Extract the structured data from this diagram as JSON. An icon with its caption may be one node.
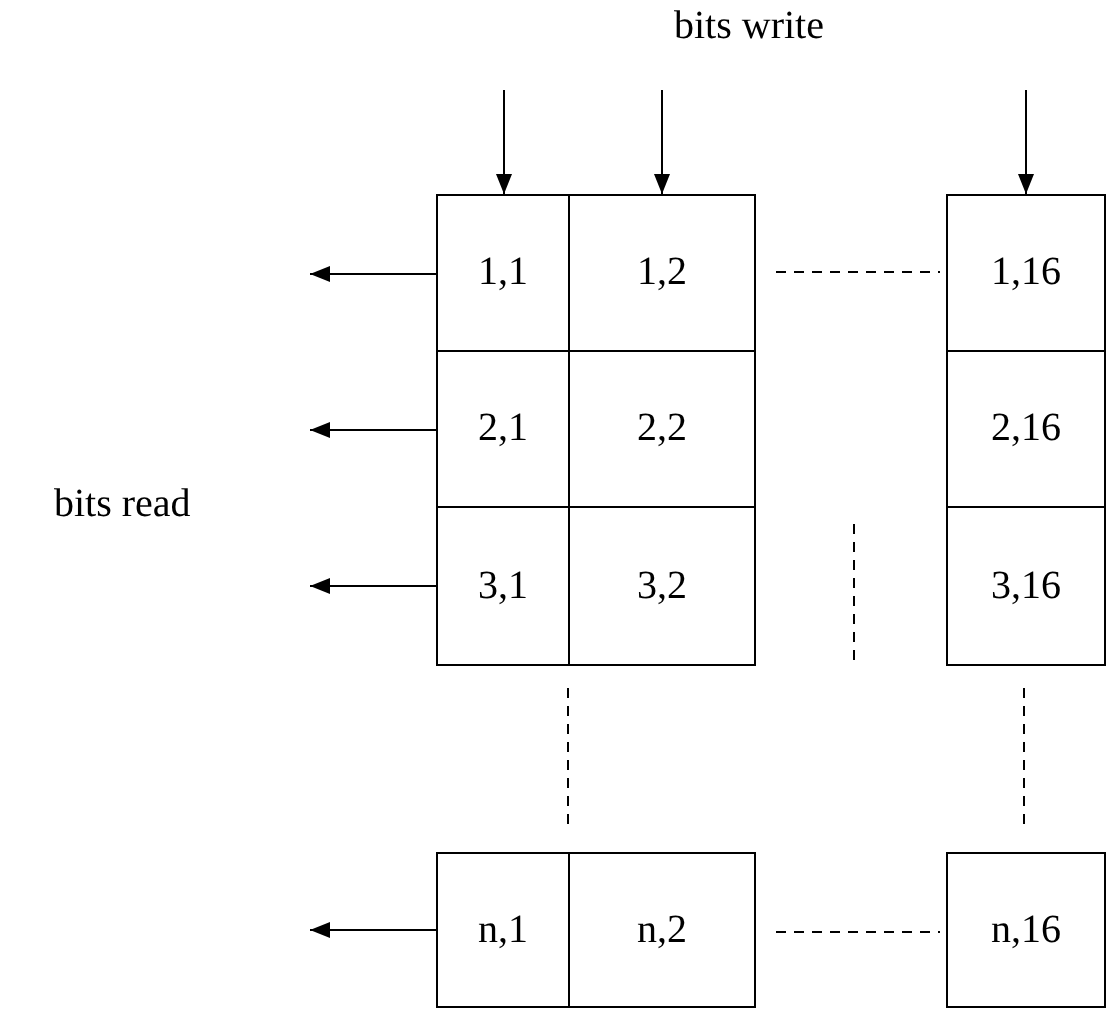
{
  "diagram": {
    "nodes": [
      {
        "text": [
          "1,1"
        ]
      },
      {
        "text": [
          "1,2"
        ]
      },
      {
        "text": [
          "1,16"
        ]
      },
      {
        "text": [
          "2,1"
        ]
      },
      {
        "text": [
          "2,2"
        ]
      },
      {
        "text": [
          "2,16"
        ]
      },
      {
        "text": [
          "3,1"
        ]
      },
      {
        "text": [
          "3,2"
        ]
      },
      {
        "text": [
          "3,16"
        ]
      },
      {
        "text": [
          "n,1"
        ]
      },
      {
        "text": [
          "n,2"
        ]
      },
      {
        "text": [
          "n,16"
        ]
      }
    ],
    "edges": [
      {
        "from": null,
        "to": 0,
        "arrow": "to"
      },
      {
        "from": null,
        "to": 1,
        "arrow": "to"
      },
      {
        "from": null,
        "to": 2,
        "arrow": "to"
      },
      {
        "from": 0,
        "to": null,
        "arrow": "to"
      },
      {
        "from": 3,
        "to": null,
        "arrow": "to"
      },
      {
        "from": 6,
        "to": null,
        "arrow": "to"
      },
      {
        "from": 9,
        "to": null,
        "arrow": "to"
      }
    ],
    "labels": [
      "bits write",
      "bits read"
    ]
  }
}
